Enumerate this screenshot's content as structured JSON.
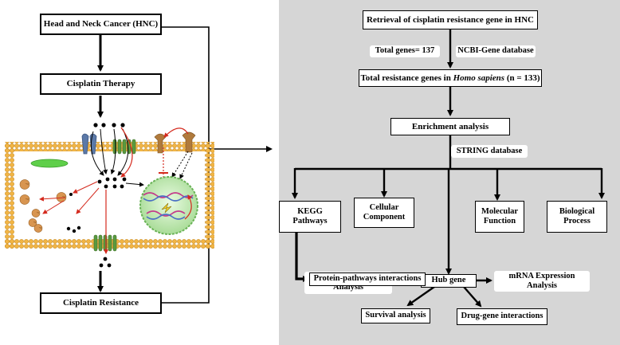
{
  "left_flow": {
    "hnc": "Head and Neck Cancer (HNC)",
    "therapy": "Cisplatin Therapy",
    "resistance": "Cisplatin Resistance"
  },
  "right_flow": {
    "retrieval": "Retrieval of cisplatin resistance gene in HNC",
    "total_genes": "Total genes= 137",
    "ncbi": "NCBI-Gene database",
    "homo_pre": "Total resistance genes in ",
    "homo_species": "Homo sapiens",
    "homo_post": " (n = 133)",
    "enrichment": "Enrichment analysis",
    "string_db": "STRING database",
    "kegg": "KEGG Pathways",
    "cellular": "Cellular Component",
    "molecular": "Molecular Function",
    "biological": "Biological Process",
    "protein_pathways": "Protein-pathways interactions",
    "protein_expr": "Protein Expression Analysis",
    "hub": "Hub gene",
    "mrna": "mRNA Expression Analysis",
    "survival": "Survival analysis",
    "drug_gene": "Drug-gene interactions"
  },
  "colors": {
    "panel_bg": "#d6d6d6",
    "membrane": "#f2b544",
    "membrane_edge": "#c98a1c",
    "receptor_blue": "#5b79a8",
    "receptor_green": "#5a9a3f",
    "receptor_brown": "#b07a3c",
    "nucleus": "#cfeec4",
    "arrow_red": "#d42a1e"
  }
}
